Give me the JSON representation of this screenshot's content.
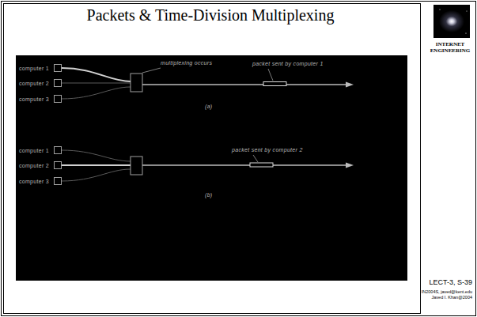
{
  "diagram": {
    "title": "Packets & Time-Division Multiplexing",
    "nodes": [
      {
        "text": [
          "computer 1"
        ]
      },
      {
        "text": [
          "computer 2"
        ]
      },
      {
        "text": [
          "computer 3"
        ]
      },
      {
        "text": [
          "computer 1"
        ]
      },
      {
        "text": [
          "computer 2"
        ]
      },
      {
        "text": [
          "computer 3"
        ]
      }
    ],
    "labels": [
      "multiplexing occurs",
      "packet sent by computer 1",
      "(a)",
      "packet sent by computer 2",
      "(b)",
      "INTERNET ENGINEERING",
      "LECT-3, S-39",
      "IN2004S, javed@kent.edu",
      "Javed I. Khan@2004"
    ]
  }
}
